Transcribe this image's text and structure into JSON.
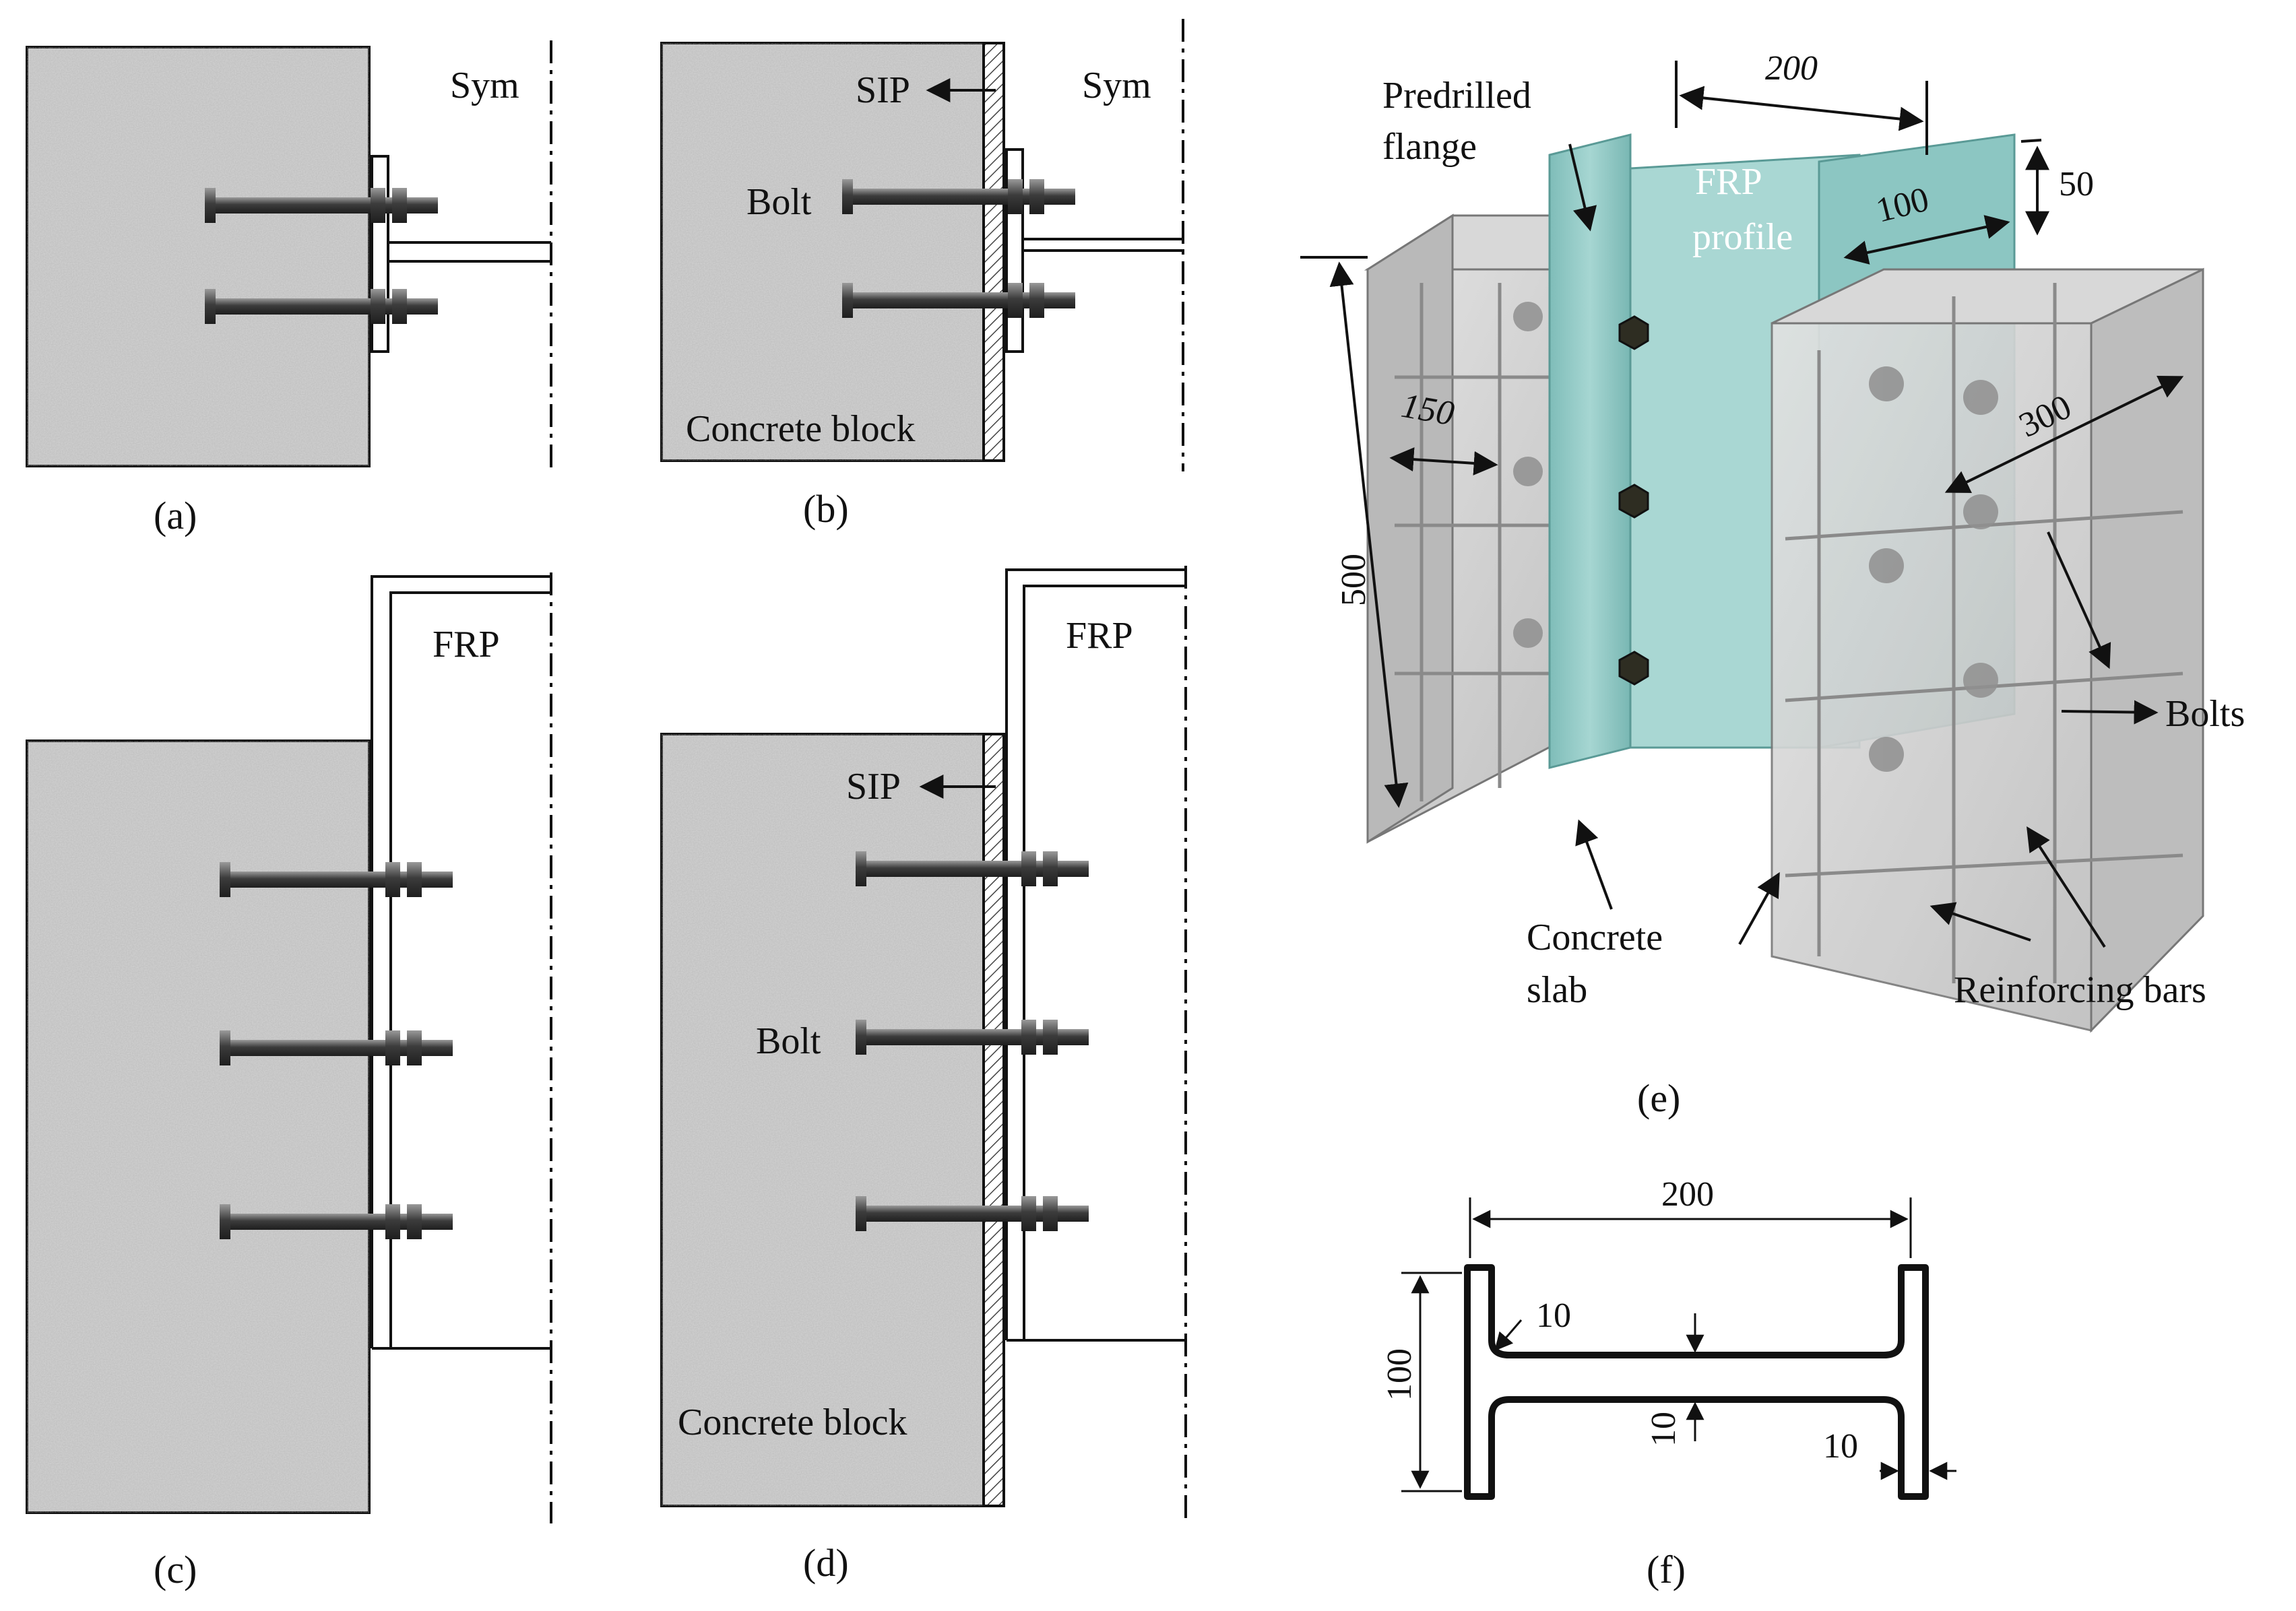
{
  "panels": {
    "a": {
      "caption": "(a)",
      "sym": "Sym"
    },
    "b": {
      "caption": "(b)",
      "sym": "Sym",
      "sip": "SIP",
      "bolt": "Bolt",
      "block": "Concrete block"
    },
    "c": {
      "caption": "(c)",
      "frp": "FRP"
    },
    "d": {
      "caption": "(d)",
      "frp": "FRP",
      "sip": "SIP",
      "bolt": "Bolt",
      "block": "Concrete block"
    },
    "e": {
      "caption": "(e)",
      "predrilled": "Predrilled",
      "flange": "flange",
      "frp": "FRP",
      "profile": "profile",
      "dim_200": "200",
      "dim_100": "100",
      "dim_50": "50",
      "dim_150": "150",
      "dim_300": "300",
      "dim_500": "500",
      "bolts": "Bolts",
      "concrete": "Concrete",
      "slab": "slab",
      "reinforcing": "Reinforcing bars"
    },
    "f": {
      "caption": "(f)",
      "dim_200": "200",
      "dim_100": "100",
      "dim_10_fillet": "10",
      "dim_10_web": "10",
      "dim_10_flange": "10"
    }
  },
  "colors": {
    "concrete": "#c9c9c9",
    "frp_profile": "#8fc7c3",
    "bolt": "#3a3a3a",
    "line": "#111111"
  }
}
